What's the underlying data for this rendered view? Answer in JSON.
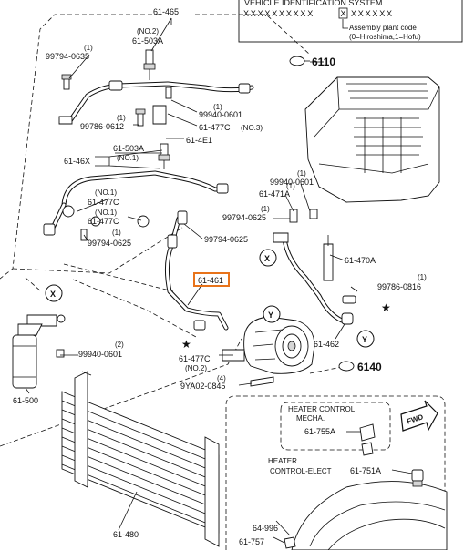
{
  "header": {
    "vin_title": "VEHICLE IDENTIFICATION SYSTEM",
    "vin_pattern_left": "XXXXXXXXXX",
    "vin_pattern_box": "X",
    "vin_pattern_right": "XXXXXX",
    "plant_code_label": "Assembly plant code",
    "plant_code_values": "(0=Hiroshima,1=Hofu)"
  },
  "labels": {
    "p61465": "61-465",
    "no2_a": "(NO.2)",
    "p61503a_a": "61-503A",
    "one_a": "(1)",
    "p99794_0635": "99794-0635",
    "one_b": "(1)",
    "p99940_0601_a": "99940-0601",
    "p61477c_no3": "61-477C",
    "no3": "(NO.3)",
    "one_c": "(1)",
    "p99786_0612": "99786-0612",
    "p614e1": "61-4E1",
    "p61503a_b": "61-503A",
    "no1_a": "(NO.1)",
    "p6146x": "61-46X",
    "no1_b": "(NO.1)",
    "p61477c_a": "61-477C",
    "no1_c": "(NO.1)",
    "p61477c_b": "61-477C",
    "one_d": "(1)",
    "p99794_0625_a": "99794-0625",
    "p6110": "6110",
    "one_e": "(1)",
    "p99940_0601_b": "99940-0601",
    "one_f": "(1)",
    "p61471a": "61-471A",
    "p99794_0625_b": "99794-0625",
    "p99794_0625_c": "99794-0625",
    "p61470a": "61-470A",
    "one_g": "(1)",
    "p99786_0816": "99786-0816",
    "p61461": "61-461",
    "p61462": "61-462",
    "p61477c_c": "61-477C",
    "no2_b": "(NO.2)",
    "four": "(4)",
    "p9ya02_0845": "9YA02-0845",
    "p6140": "6140",
    "two": "(2)",
    "p99940_0601_c": "99940-0601",
    "p61500": "61-500",
    "p61480": "61-480",
    "heater_control_a": "HEATER CONTROL",
    "mecha": "MECHA.",
    "p61755a": "61-755A",
    "fwd": "FWD",
    "heater_b": "HEATER",
    "control_elect": "CONTROL-ELECT",
    "p61751a": "61-751A",
    "p64996": "64-996",
    "p61757": "61-757",
    "marker_x_a": "X",
    "marker_x_b": "X",
    "marker_y_a": "Y",
    "marker_y_b": "Y"
  },
  "colors": {
    "highlight": "#e8731a",
    "ink": "#111111"
  }
}
